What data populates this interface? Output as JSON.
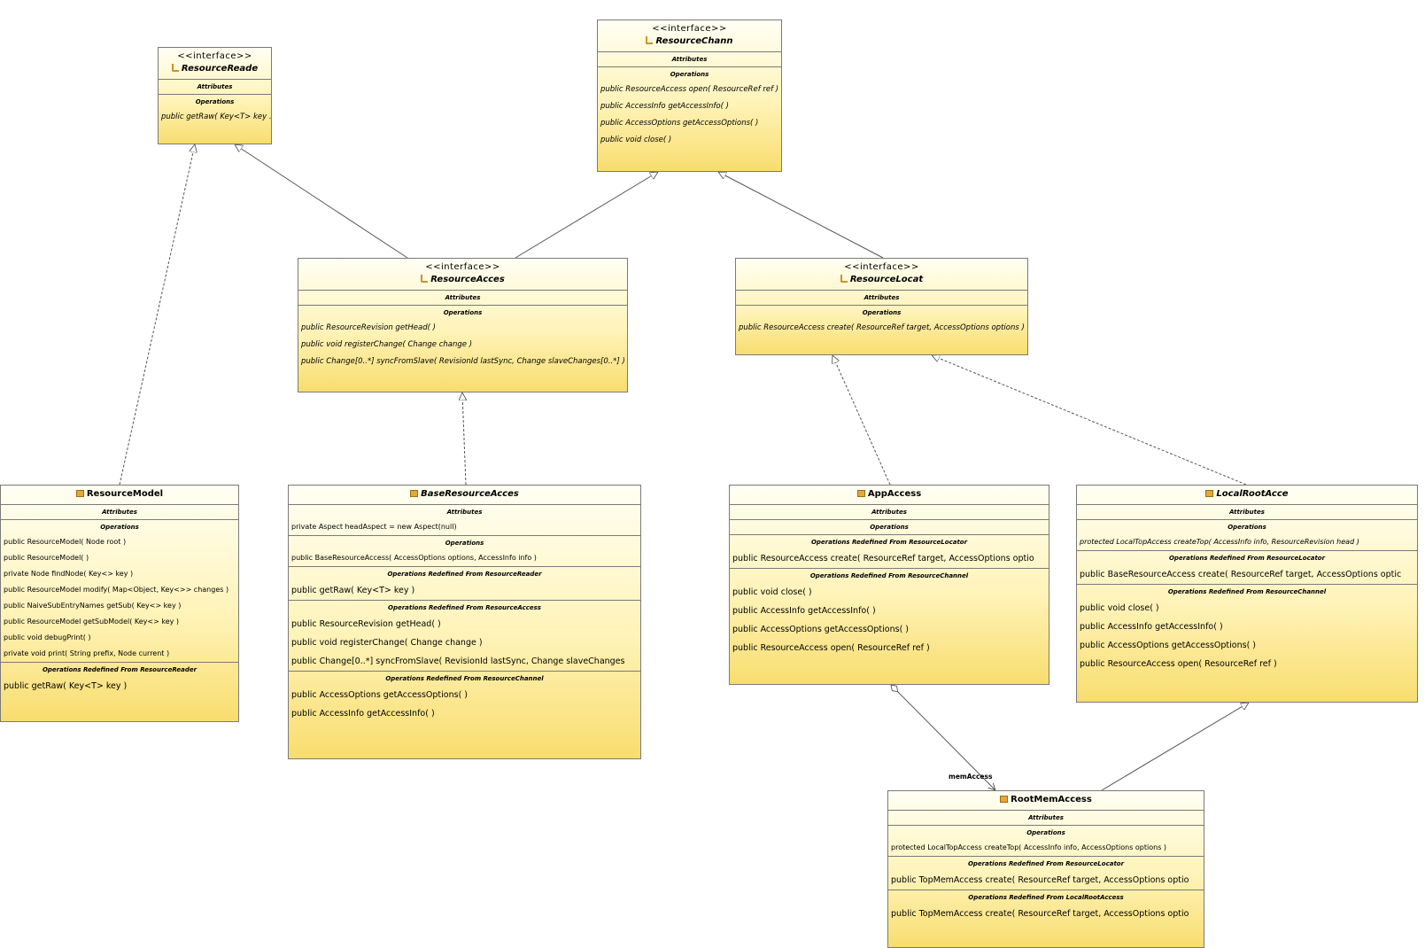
{
  "colors": {
    "box_top": "#fffff4",
    "box_bottom": "#f8dd6e",
    "border": "#7a7a7a",
    "icon": "#e0a93a"
  },
  "labels": {
    "interface_stereotype": "<<interface>>",
    "attributes": "Attributes",
    "operations": "Operations"
  },
  "boxes": {
    "resource_reader": {
      "name": "ResourceReade",
      "operations": [
        "public getRaw( Key<T> key ."
      ]
    },
    "resource_channel": {
      "name": "ResourceChann",
      "operations": [
        "public ResourceAccess  open( ResourceRef ref )",
        "public AccessInfo  getAccessInfo(  )",
        "public AccessOptions  getAccessOptions(  )",
        "public void  close(  )"
      ]
    },
    "resource_access_iface": {
      "name": "ResourceAcces",
      "operations": [
        "public ResourceRevision  getHead(  )",
        "public void  registerChange( Change change )",
        "public Change[0..*]  syncFromSlave( RevisionId lastSync, Change slaveChanges[0..*] )"
      ]
    },
    "resource_locator": {
      "name": "ResourceLocat",
      "operations": [
        "public ResourceAccess  create( ResourceRef target, AccessOptions options )"
      ]
    },
    "resource_model": {
      "name": "ResourceModel",
      "operations": [
        "public ResourceModel( Node root )",
        "public ResourceModel(  )",
        "private Node  findNode( Key<> key )",
        "public ResourceModel  modify( Map<Object, Key<>> changes )",
        "public NaiveSubEntryNames  getSub( Key<> key )",
        "public ResourceModel  getSubModel( Key<> key )",
        "public void  debugPrint(  )",
        "private void  print( String prefix, Node current )"
      ],
      "redefined_title": "Operations Redefined From ResourceReader",
      "redefined_ops": [
        "public getRaw( Key<T> key )"
      ]
    },
    "base_resource_access": {
      "name": "BaseResourceAcces",
      "attributes": [
        "private Aspect headAspect = new Aspect(null)"
      ],
      "operations": [
        "public BaseResourceAccess( AccessOptions options, AccessInfo info )"
      ],
      "sections": [
        {
          "title": "Operations Redefined From ResourceReader",
          "ops": [
            "public getRaw( Key<T> key )"
          ]
        },
        {
          "title": "Operations Redefined From ResourceAccess",
          "ops": [
            "public ResourceRevision  getHead(  )",
            "public void  registerChange( Change change )",
            "public Change[0..*]  syncFromSlave( RevisionId lastSync, Change slaveChanges"
          ]
        },
        {
          "title": "Operations Redefined From ResourceChannel",
          "ops": [
            "public AccessOptions  getAccessOptions(  )",
            "public AccessInfo  getAccessInfo(  )"
          ]
        }
      ]
    },
    "app_access": {
      "name": "AppAccess",
      "sections": [
        {
          "title": "Operations Redefined From ResourceLocator",
          "ops": [
            "public ResourceAccess  create( ResourceRef target, AccessOptions optio"
          ]
        },
        {
          "title": "Operations Redefined From ResourceChannel",
          "ops": [
            "public void  close(  )",
            "public AccessInfo  getAccessInfo(  )",
            "public AccessOptions  getAccessOptions(  )",
            "public ResourceAccess  open( ResourceRef ref )"
          ]
        }
      ]
    },
    "local_root_access": {
      "name": "LocalRootAcce",
      "operations": [
        "protected LocalTopAccess  createTop( AccessInfo info, ResourceRevision head )"
      ],
      "sections": [
        {
          "title": "Operations Redefined From ResourceLocator",
          "ops": [
            "public BaseResourceAccess  create( ResourceRef target, AccessOptions optic"
          ]
        },
        {
          "title": "Operations Redefined From ResourceChannel",
          "ops": [
            "public void  close(  )",
            "public AccessInfo  getAccessInfo(  )",
            "public AccessOptions  getAccessOptions(  )",
            "public ResourceAccess  open( ResourceRef ref )"
          ]
        }
      ]
    },
    "root_mem_access": {
      "name": "RootMemAccess",
      "operations": [
        "protected LocalTopAccess  createTop( AccessInfo info, AccessOptions options )"
      ],
      "sections": [
        {
          "title": "Operations Redefined From ResourceLocator",
          "ops": [
            "public TopMemAccess  create( ResourceRef target, AccessOptions optio"
          ]
        },
        {
          "title": "Operations Redefined From LocalRootAccess",
          "ops": [
            "public TopMemAccess  create( ResourceRef target, AccessOptions optio"
          ]
        }
      ]
    }
  },
  "association_role": "memAccess"
}
